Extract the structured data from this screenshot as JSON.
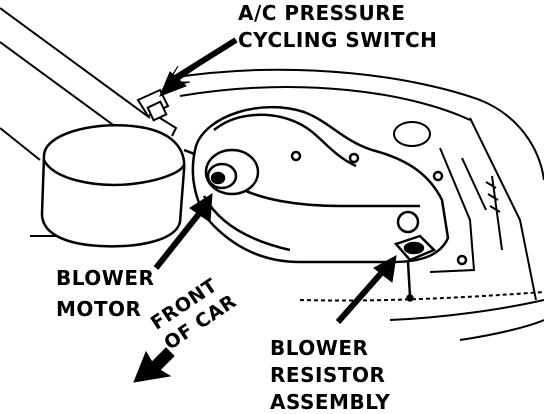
{
  "labels": {
    "ac_switch": [
      "A/C PRESSURE",
      "CYCLING SWITCH"
    ],
    "blower_motor": [
      "BLOWER",
      "MOTOR"
    ],
    "resistor": [
      "BLOWER",
      "RESISTOR",
      "ASSEMBLY"
    ],
    "front": [
      "FRONT",
      "OF CAR"
    ]
  },
  "colors": {
    "ink": "#000000",
    "paper": "#ffffff"
  }
}
